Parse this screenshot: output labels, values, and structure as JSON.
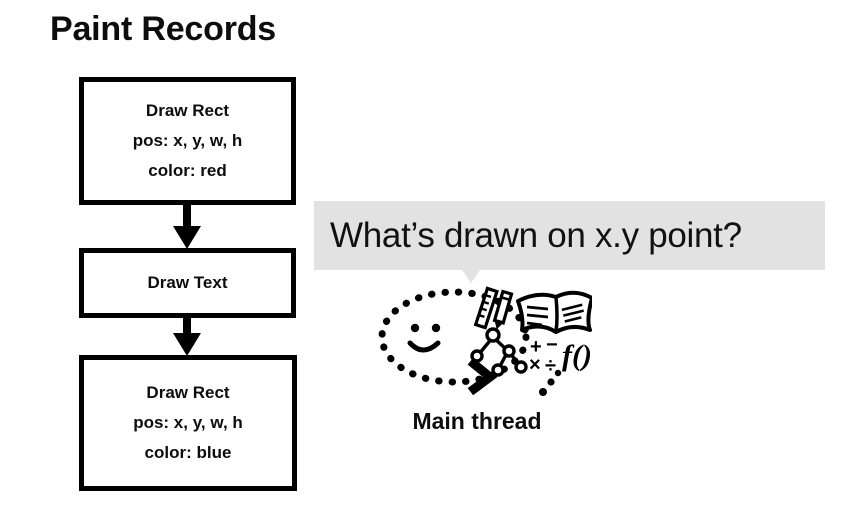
{
  "slide": {
    "title": "Paint Records",
    "background": "#ffffff",
    "ink_color": "#000000",
    "bubble_color": "#e2e2e2"
  },
  "paint_records": [
    {
      "id": "draw-rect-red",
      "lines": [
        "Draw Rect",
        "pos: x, y, w, h",
        "color: red"
      ]
    },
    {
      "id": "draw-text",
      "lines": [
        "Draw Text"
      ]
    },
    {
      "id": "draw-rect-blue",
      "lines": [
        "Draw Rect",
        "pos: x, y, w, h",
        "color: blue"
      ]
    }
  ],
  "flow": {
    "arrow_1_name": "arrow-down-icon",
    "arrow_2_name": "arrow-down-icon"
  },
  "speech_bubble": {
    "text": "What’s drawn on x.y point?"
  },
  "thread": {
    "label": "Main thread",
    "illustration_name": "thinking-loop-illustration",
    "elements": [
      "dotted-oval-icon",
      "smiley-face-icon",
      "ruler-icon",
      "pencil-icon",
      "open-book-icon",
      "tree-graph-icon",
      "math-symbols-icon",
      "function-notation-icon",
      "chevron-arrow-icon"
    ],
    "math_symbols": "+ − × ÷",
    "function_notation": "f()"
  }
}
